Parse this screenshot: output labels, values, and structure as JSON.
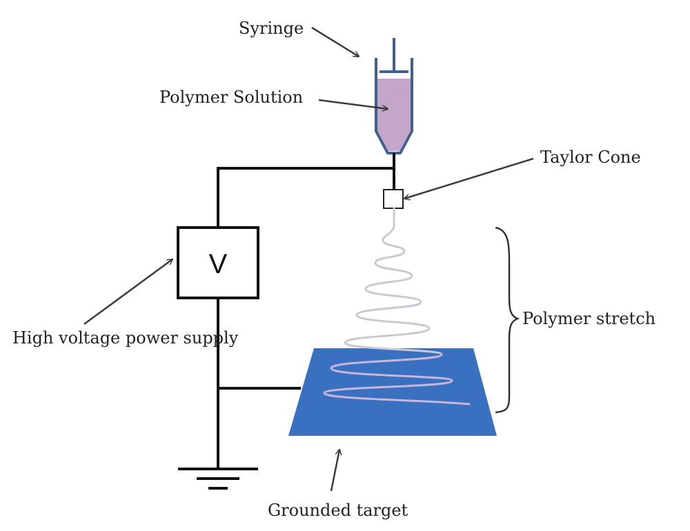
{
  "labels": {
    "syringe": "Syringe",
    "polymer_solution": "Polymer Solution",
    "taylor_cone": "Taylor Cone",
    "power_supply": "High voltage power supply",
    "polymer_stretch": "Polymer stretch",
    "grounded_target": "Grounded target",
    "voltmeter_symbol": "V"
  },
  "colors": {
    "wire": "#111111",
    "syringe_outline": "#3f5f8f",
    "solution_fill": "#c4a6c8",
    "target_fill": "#3a70c0",
    "fiber": "#c9c9d6",
    "fiber_on_target": "#c8b6dc",
    "arrow": "#3a3a3a"
  }
}
